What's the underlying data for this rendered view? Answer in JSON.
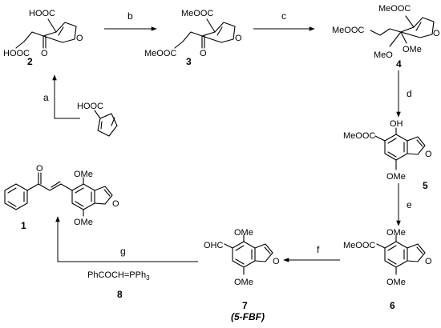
{
  "reagents": {
    "a": "a",
    "b": "b",
    "c": "c",
    "d": "d",
    "e": "e",
    "f": "f",
    "g": "g",
    "g_reagent": "PhCOCH=PPh",
    "g_reagent_subscript": "3",
    "g_reagent_number": "8"
  },
  "compounds": {
    "start": {
      "cooh": "HOOC"
    },
    "c2": {
      "number": "2",
      "cooh_top": "HOOC",
      "cooh_bottom": "HOOC",
      "o_ketone": "O",
      "o_ring": "O"
    },
    "c3": {
      "number": "3",
      "ester_top": "MeOOC",
      "ester_bottom": "MeOOC",
      "o_ketone": "O",
      "o_ring": "O"
    },
    "c4": {
      "number": "4",
      "ester_top": "MeOOC",
      "ester_left": "MeOOC",
      "ome_right": "OMe",
      "ome_left": "MeO",
      "o_ring": "O"
    },
    "c5": {
      "number": "5",
      "oh": "OH",
      "ester": "MeOOC",
      "ome": "OMe",
      "o_ring": "O"
    },
    "c6": {
      "number": "6",
      "ome_top": "OMe",
      "ester": "MeOOC",
      "ome_bottom": "OMe",
      "o_ring": "O"
    },
    "c7": {
      "number": "7",
      "label": "(5-FBF)",
      "ome_top": "OMe",
      "cho": "OHC",
      "ome_bottom": "OMe",
      "o_ring": "O"
    },
    "c1": {
      "number": "1",
      "o_ketone": "O",
      "ome_top": "OMe",
      "ome_bottom": "OMe",
      "o_ring": "O"
    }
  }
}
